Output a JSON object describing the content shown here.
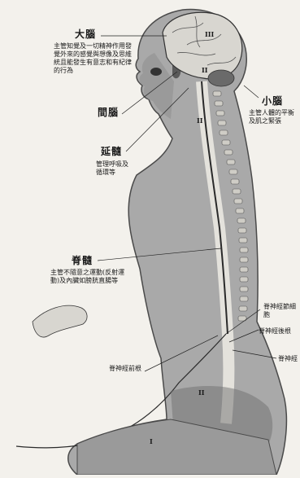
{
  "labels": {
    "cerebrum_title": "大腦",
    "cerebrum_desc": "主管知覺及一切精神作用發覺外來的感覺與想像及思維統且能發生有意志和有紀律的行為",
    "cerebellum_title": "小腦",
    "cerebellum_desc": "主管人體的平衡及肌之緊張",
    "diencephalon": "間腦",
    "medulla_title": "延髓",
    "medulla_desc": "管理呼吸及循環等",
    "spinal_cord_title": "脊髓",
    "spinal_cord_desc": "主管不隨意之運動(反射運動)及內臟如膀胱直腸等",
    "ganglion_cell": "脊神經節細胞",
    "dorsal_root": "脊神經後根",
    "ventral_root": "脊神經前根",
    "spinal_nerve": "脊神經",
    "roman_III": "III",
    "roman_II_top": "II",
    "roman_II_mid": "II",
    "roman_II_low": "II",
    "roman_I": "I"
  },
  "colors": {
    "body_fill": "#a9a9a9",
    "body_dark": "#707070",
    "spine_light": "#e4e2dc",
    "nerve": "#2a2a2a",
    "background": "#f3f1ec"
  }
}
